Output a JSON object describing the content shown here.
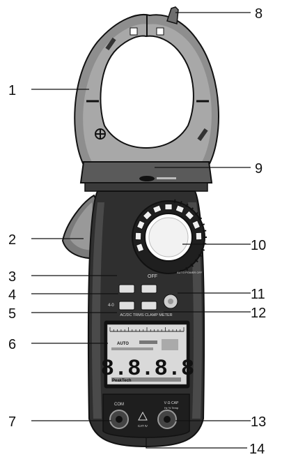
{
  "callouts": [
    {
      "id": "1",
      "text": "1"
    },
    {
      "id": "2",
      "text": "2"
    },
    {
      "id": "3",
      "text": "3"
    },
    {
      "id": "4",
      "text": "4"
    },
    {
      "id": "5",
      "text": "5"
    },
    {
      "id": "6",
      "text": "6"
    },
    {
      "id": "7",
      "text": "7"
    },
    {
      "id": "8",
      "text": "8"
    },
    {
      "id": "9",
      "text": "9"
    },
    {
      "id": "10",
      "text": "10"
    },
    {
      "id": "11",
      "text": "11"
    },
    {
      "id": "12",
      "text": "12"
    },
    {
      "id": "13",
      "text": "13"
    },
    {
      "id": "14",
      "text": "14"
    }
  ],
  "device": {
    "meter_title": "AC/DC TRMS CLAMP METER",
    "display_digits": "8.8.8.8",
    "lcd_auto": "AUTO",
    "knob_off": "OFF",
    "auto_power_off": "AUTO POWER OFF",
    "terminal_com": "COM",
    "terminal_vohm": "V·Ω·CAP",
    "terminal_sub": "Hz % Temp",
    "terminal_cat": "CAT IV",
    "button_40": "4-0",
    "brand": "PeakTech"
  },
  "colors": {
    "body_dark": "#2f2f2f",
    "body_mid": "#6e6e6e",
    "jaw_grey": "#9a9a9a",
    "lcd_bg": "#d9d9d9",
    "line": "#111111"
  }
}
